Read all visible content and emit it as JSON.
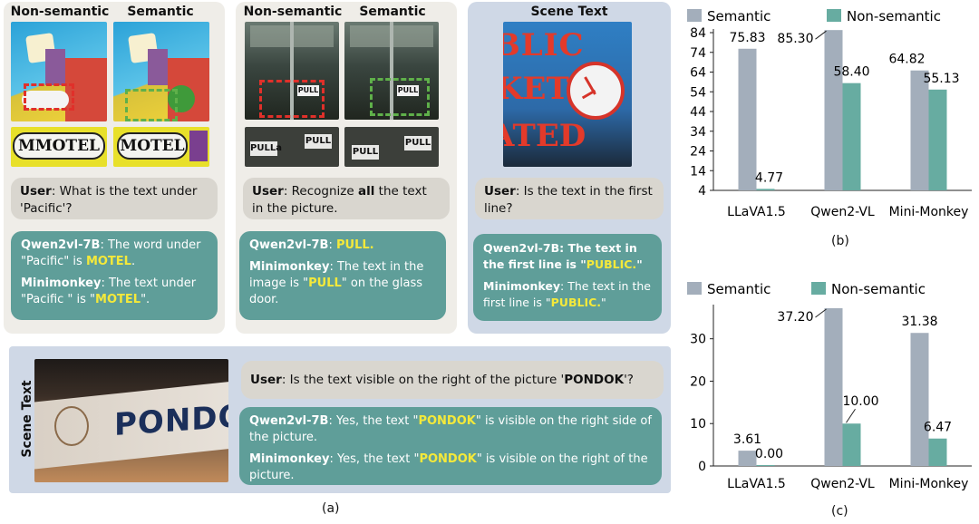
{
  "panels": {
    "p1": {
      "header_left": "Non-semantic",
      "header_right": "Semantic",
      "crop_text_left": "MMOTEL",
      "crop_text_right": "MOTEL",
      "user_label": "User",
      "user_text": ": What is the text under 'Pacific'?",
      "model1_label": "Qwen2vl-7B",
      "model1_pre": ":  The word under \"Pacific\" is ",
      "model1_hl": "MOTEL",
      "model1_post": ".",
      "model2_label": "Minimonkey",
      "model2_pre": ":  The text under  \"Pacific \" is \"",
      "model2_hl": "MOTEL",
      "model2_post": "\"."
    },
    "p2": {
      "header_left": "Non-semantic",
      "header_right": "Semantic",
      "sign1": "PULL",
      "sign2": "PULL",
      "crop1": "PULLa",
      "crop2": "PULL",
      "crop3": "PULL",
      "crop4": "PULL",
      "user_label": "User",
      "user_pre": ": Recognize ",
      "user_bold": "all",
      "user_post": " the text in the picture.",
      "model1_label": "Qwen2vl-7B",
      "model1_pre": ":  ",
      "model1_hl": "PULL.",
      "model2_label": "Minimonkey",
      "model2_pre": ":  The text in the image is \"",
      "model2_hl": "PULL",
      "model2_post": "\" on the glass door."
    },
    "p3": {
      "header": "Scene Text",
      "sign_line1": "BLIC",
      "sign_line2": "KET",
      "sign_line3": "ATED",
      "user_label": "User",
      "user_text": ": Is the text in the first line?",
      "model1_label": "Qwen2vl-7B",
      "model1_pre": ":  The text in the first line is \"",
      "model1_hl": "PUBLIC.",
      "model1_post": "\"",
      "model2_label": "Minimonkey",
      "model2_pre": ":  The text in the first line is \"",
      "model2_hl": "PUBLIC.",
      "model2_post": "\""
    },
    "p4": {
      "side_label": "Scene Text",
      "sign_text": "PONDO",
      "user_label": "User",
      "user_pre": ": Is the text visible on the right of the picture '",
      "user_bold": "PONDOK",
      "user_post": "'?",
      "model1_label": "Qwen2vl-7B",
      "model1_pre": ":  Yes, the text \"",
      "model1_hl": "PONDOK",
      "model1_post": "\" is visible on the right side of the picture.",
      "model2_label": "Minimonkey",
      "model2_pre": ": Yes, the text \"",
      "model2_hl": "PONDOK",
      "model2_post": "\" is visible on the right of the picture."
    }
  },
  "captions": {
    "a": "(a)",
    "b": "(b)",
    "c": "(c)"
  },
  "colors": {
    "semantic": "#a3aebb",
    "non_semantic": "#67aca1",
    "highlight": "#f4e93a"
  },
  "chart_data": [
    {
      "type": "bar",
      "categories": [
        "LLaVA1.5",
        "Qwen2-VL",
        "Mini-Monkey"
      ],
      "series": [
        {
          "name": "Semantic",
          "values": [
            75.83,
            85.3,
            64.82
          ]
        },
        {
          "name": "Non-semantic",
          "values": [
            4.77,
            58.4,
            55.13
          ]
        }
      ],
      "data_labels": {
        "Semantic": [
          "75.83",
          "85.30",
          "64.82"
        ],
        "Non-semantic": [
          "4.77",
          "58.40",
          "55.13"
        ]
      },
      "yticks": [
        "4",
        "14",
        "24",
        "34",
        "44",
        "54",
        "64",
        "74",
        "84"
      ],
      "ylim": [
        4,
        84
      ],
      "grid": false,
      "legend": "top"
    },
    {
      "type": "bar",
      "categories": [
        "LLaVA1.5",
        "Qwen2-VL",
        "Mini-Monkey"
      ],
      "series": [
        {
          "name": "Semantic",
          "values": [
            3.61,
            37.2,
            31.38
          ]
        },
        {
          "name": "Non-semantic",
          "values": [
            0.0,
            10.0,
            6.47
          ]
        }
      ],
      "data_labels": {
        "Semantic": [
          "3.61",
          "37.20",
          "31.38"
        ],
        "Non-semantic": [
          "0.00",
          "10.00",
          "6.47"
        ]
      },
      "yticks": [
        "0",
        "10",
        "20",
        "30"
      ],
      "ylim": [
        0,
        37.2
      ],
      "grid": false,
      "legend": "top"
    }
  ]
}
